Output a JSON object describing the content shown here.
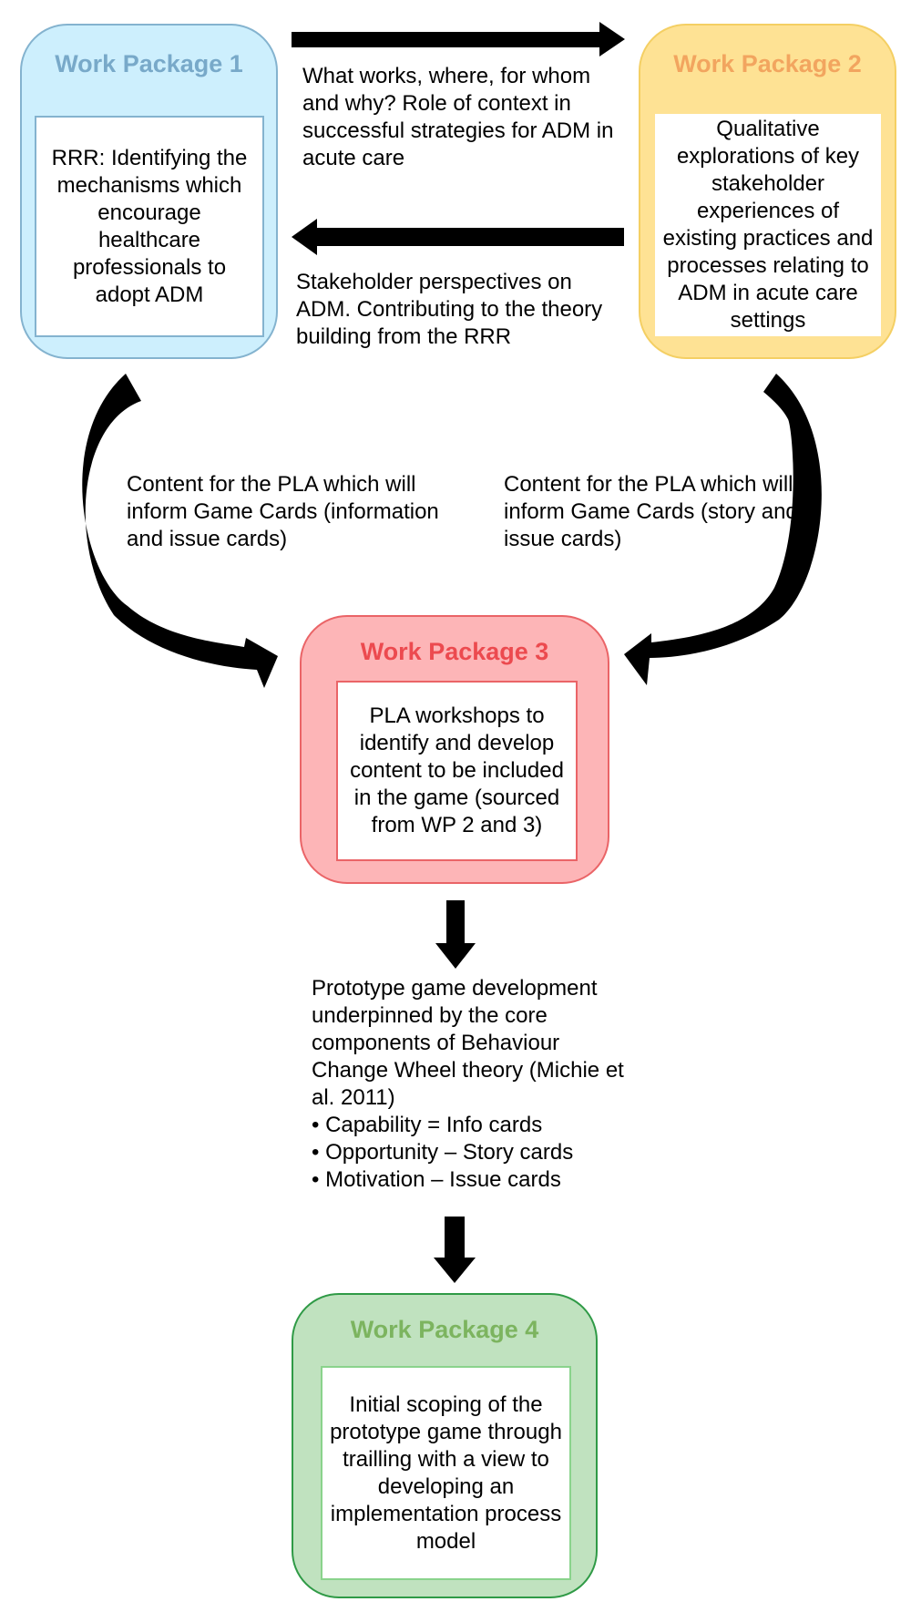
{
  "work_packages": [
    {
      "title": "Work Package 1",
      "description": "RRR: Identifying the mechanisms which encourage healthcare professionals to adopt ADM",
      "colors": {
        "fill": "#cdeffd",
        "border": "#84b3cf",
        "title": "#78a9c9"
      }
    },
    {
      "title": "Work Package 2",
      "description": "Qualitative explorations of key stakeholder experiences of existing practices and processes relating to ADM in acute care settings",
      "colors": {
        "fill": "#fee294",
        "border": "#f4cf63",
        "title": "#f2a55f"
      }
    },
    {
      "title": "Work Package 3",
      "description": "PLA workshops to identify and develop content to be included in the game (sourced from WP 2 and 3)",
      "colors": {
        "fill": "#fdb5b7",
        "border": "#ea6467",
        "title": "#ec4a4f"
      }
    },
    {
      "title": "Work Package 4",
      "description": "Initial scoping of the prototype game through trailling with a view to developing an implementation process model",
      "colors": {
        "fill": "#c0e2bf",
        "border": "#2f9a46",
        "title": "#7cb45f"
      }
    }
  ],
  "annotations": {
    "wp1_to_wp2": "What works, where, for whom and why? Role of context in successful strategies for ADM in acute care",
    "wp2_to_wp1": "Stakeholder perspectives on ADM. Contributing to the theory building from the RRR",
    "wp1_to_wp3": "Content for the PLA which will inform Game Cards (information and issue cards)",
    "wp2_to_wp3": "Content for the PLA which will inform Game Cards (story and issue cards)"
  },
  "prototype": {
    "intro": "Prototype game development underpinned by the core components of Behaviour Change Wheel theory (Michie et al. 2011)",
    "bullets": [
      "Capability = Info cards",
      "Opportunity – Story cards",
      "Motivation – Issue cards"
    ]
  },
  "arrow_color": "#000000"
}
